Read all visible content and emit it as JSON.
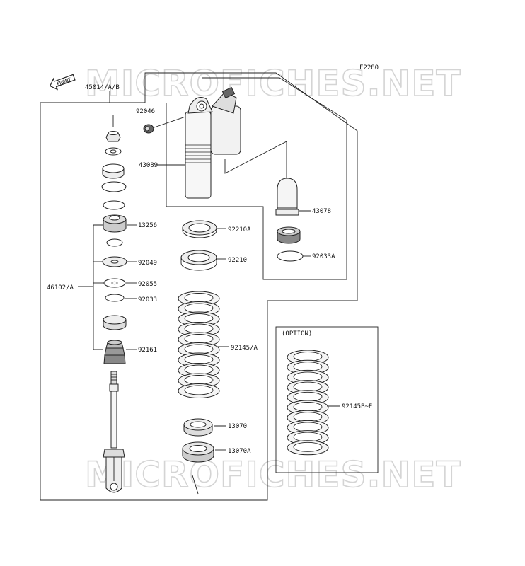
{
  "diagram": {
    "code": "F2280",
    "front_label": "FRONT",
    "watermark": "MICROFICHES.NET",
    "option_label": "(OPTION)",
    "colors": {
      "line": "#222222",
      "part_fill": "#f2f2f2",
      "dark": "#444444",
      "watermark": "#d4d4d4"
    },
    "parts": {
      "p45014": "45014/A/B",
      "p92046": "92046",
      "p43089": "43089",
      "p43078": "43078",
      "p13256": "13256",
      "p92210A": "92210A",
      "p92049": "92049",
      "p92210": "92210",
      "p92033A": "92033A",
      "p46102": "46102/A",
      "p92055": "92055",
      "p92033": "92033",
      "p92161": "92161",
      "p92145": "92145/A",
      "p92145BE": "92145B~E",
      "p13070": "13070",
      "p13070A": "13070A"
    }
  }
}
